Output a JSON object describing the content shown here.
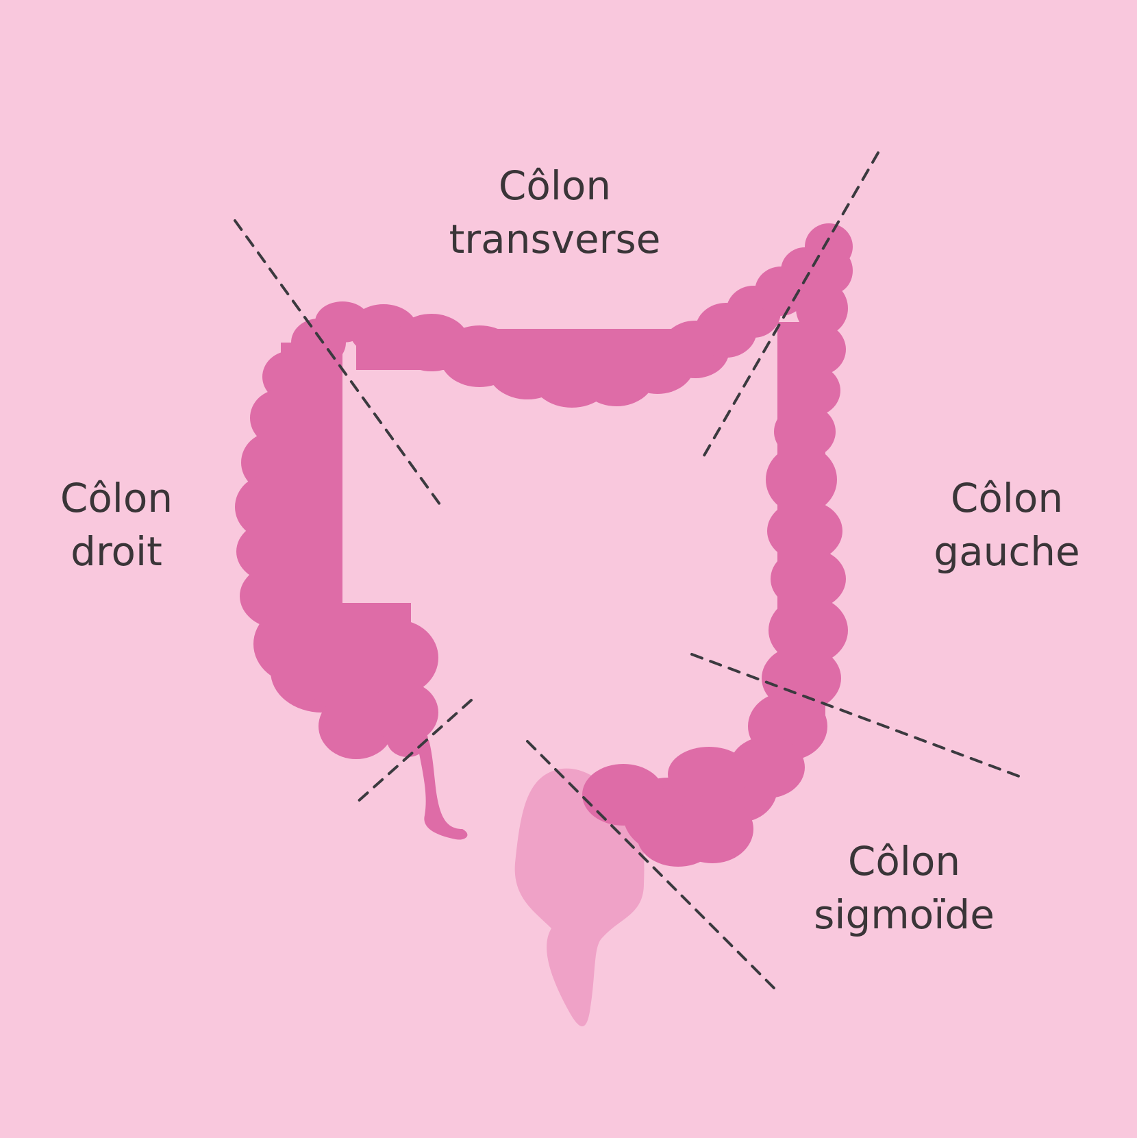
{
  "colors": {
    "background": "#f9c8dd",
    "colon": "#de6ca7",
    "rectum": "#efa2c7",
    "divider": "#3b3a3f",
    "text": "#3a3538"
  },
  "labels": {
    "transverse": {
      "line1": "Côlon",
      "line2": "transverse"
    },
    "droit": {
      "line1": "Côlon",
      "line2": "droit"
    },
    "gauche": {
      "line1": "Côlon",
      "line2": "gauche"
    },
    "sigmoide": {
      "line1": "Côlon",
      "line2": "sigmoïde"
    }
  }
}
